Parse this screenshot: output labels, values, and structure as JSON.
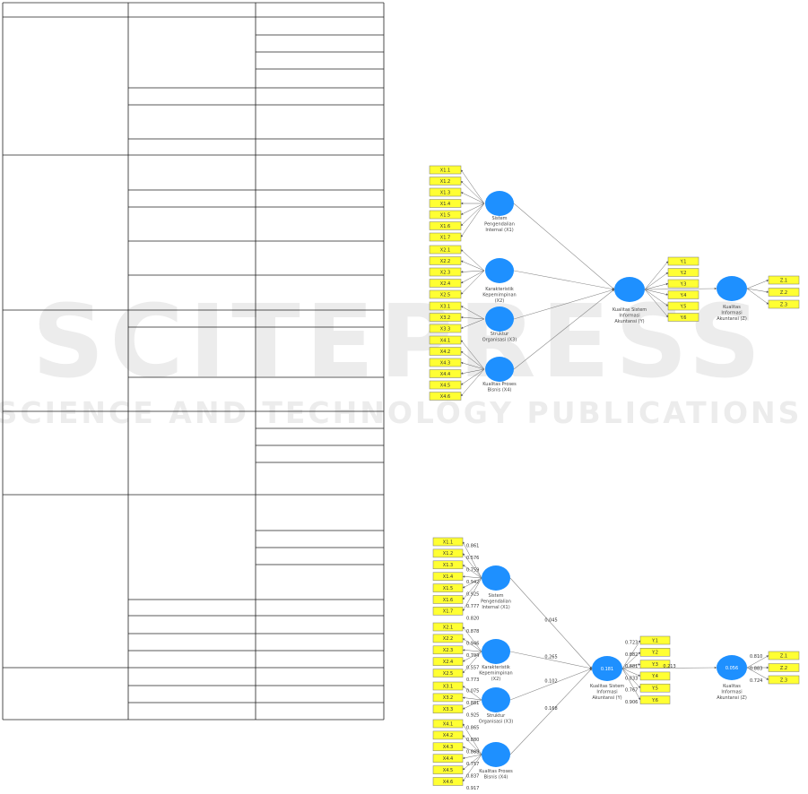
{
  "diagram_top": {
    "latents": [
      {
        "id": "X1",
        "label": [
          "Sistem",
          "Pengendalian",
          "Internal (X1)"
        ]
      },
      {
        "id": "X2",
        "label": [
          "Karakteristik",
          "Kepemimpinan",
          "(X2)"
        ]
      },
      {
        "id": "X3",
        "label": [
          "Struktur",
          "Organisasi (X3)"
        ]
      },
      {
        "id": "X4",
        "label": [
          "Kualitas Proses",
          "Bisnis (X4)"
        ]
      },
      {
        "id": "Y",
        "label": [
          "Kualitas Sistem",
          "Informasi",
          "Akuntansi (Y)"
        ]
      },
      {
        "id": "Z",
        "label": [
          "Kualitas",
          "Informasi",
          "Akuntansi (Z)"
        ]
      }
    ],
    "indicators_x1": [
      "X1.1",
      "X1.2",
      "X1.3",
      "X1.4",
      "X1.5",
      "X1.6",
      "X1.7"
    ],
    "indicators_x2": [
      "X2.1",
      "X2.2",
      "X2.3",
      "X2.4",
      "X2.5"
    ],
    "indicators_x3": [
      "X3.1",
      "X3.2",
      "X3.3"
    ],
    "indicators_x4": [
      "X4.1",
      "X4.2",
      "X4.3",
      "X4.4",
      "X4.5",
      "X4.6"
    ],
    "indicators_y": [
      "Y.1",
      "Y.2",
      "Y.3",
      "Y.4",
      "Y.5",
      "Y.6"
    ],
    "indicators_z": [
      "Z.1",
      "Z.2",
      "Z.3"
    ]
  },
  "diagram_bottom": {
    "indicators_x1": [
      "X1.1",
      "X1.2",
      "X1.3",
      "X1.4",
      "X1.5",
      "X1.6",
      "X1.7"
    ],
    "indicators_x2": [
      "X2.1",
      "X2.2",
      "X2.3",
      "X2.4",
      "X2.5"
    ],
    "indicators_x3": [
      "X3.1",
      "X3.2",
      "X3.3"
    ],
    "indicators_x4": [
      "X4.1",
      "X4.2",
      "X4.3",
      "X4.4",
      "X4.5",
      "X4.6"
    ],
    "indicators_y": [
      "Y.1",
      "Y.2",
      "Y.3",
      "Y.4",
      "Y.5",
      "Y.6"
    ],
    "indicators_z": [
      "Z.1",
      "Z.2",
      "Z.3"
    ],
    "loadings_x1": [
      "0.861",
      "0.576",
      "0.759",
      "0.942",
      "0.925",
      "0.777",
      "0.820"
    ],
    "loadings_x2": [
      "0.878",
      "0.946",
      "0.794",
      "0.557",
      "0.773"
    ],
    "loadings_x3": [
      "0.075",
      "0.881",
      "0.925"
    ],
    "loadings_x4": [
      "0.865",
      "0.880",
      "0.889",
      "0.757",
      "0.837",
      "0.917"
    ],
    "loadings_y": [
      "0.723",
      "0.882",
      "0.881",
      "0.833",
      "0.767",
      "0.906"
    ],
    "loadings_z": [
      "0.810",
      "0.883",
      "0.724"
    ],
    "paths": {
      "x1_y": "0.045",
      "x2_y": "0.265",
      "x3_y": "0.102",
      "x4_y": "0.168",
      "y_z": "0.213"
    },
    "r2": {
      "y": "0.181",
      "z": "0.056"
    },
    "latents": [
      {
        "id": "X1",
        "label": [
          "Sistem",
          "Pengendalian",
          "Internal (X1)"
        ]
      },
      {
        "id": "X2",
        "label": [
          "Karakteristik",
          "Kepemimpinan",
          "(X2)"
        ]
      },
      {
        "id": "X3",
        "label": [
          "Struktur",
          "Organisasi (X3)"
        ]
      },
      {
        "id": "X4",
        "label": [
          "Kualitas Proses",
          "Bisnis (X4)"
        ]
      },
      {
        "id": "Y",
        "label": [
          "Kualitas Sistem",
          "Informasi",
          "Akuntansi (Y)"
        ]
      },
      {
        "id": "Z",
        "label": [
          "Kualitas",
          "Informasi",
          "Akuntansi (Z)"
        ]
      }
    ]
  },
  "watermark": {
    "line1": "SCITEPRESS",
    "line2": "SCIENCE AND TECHNOLOGY PUBLICATIONS"
  }
}
